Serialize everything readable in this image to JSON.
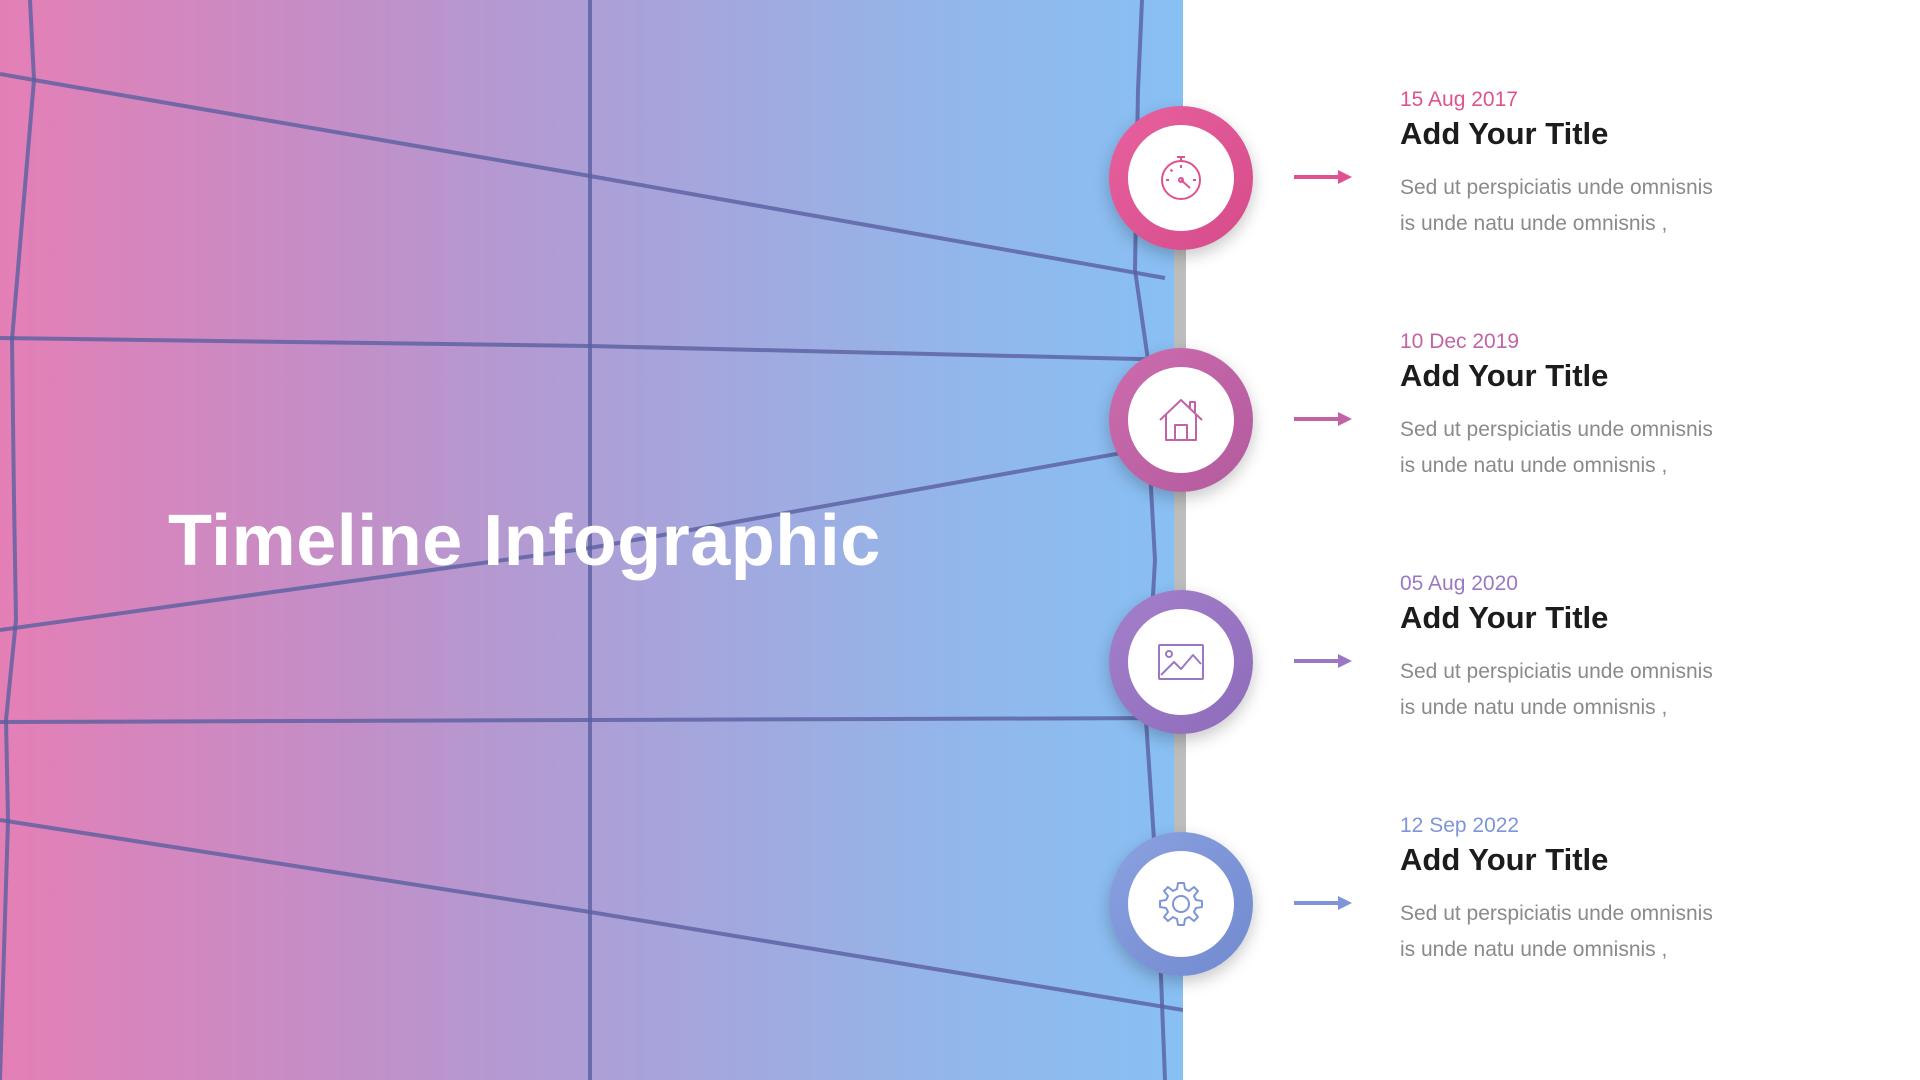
{
  "slide": {
    "title": "Timeline Infographic"
  },
  "colors": {
    "pink": "#e0528f",
    "magenta": "#c263a6",
    "purple": "#9b78c3",
    "blue": "#7e96d8",
    "grid_line": "#5a5fa0",
    "spine": "#bdbdbd",
    "title_text": "#1c1c1c",
    "body_text": "#8a8a8a"
  },
  "milestones": [
    {
      "date": "15 Aug 2017",
      "title": "Add Your Title",
      "desc_line1": "Sed ut perspiciatis unde omnisnis",
      "desc_line2": "is unde natu unde omnisnis ,",
      "icon": "speedometer-icon",
      "color": "#e0528f"
    },
    {
      "date": "10 Dec 2019",
      "title": "Add Your Title",
      "desc_line1": "Sed ut perspiciatis unde omnisnis",
      "desc_line2": "is unde natu unde omnisnis ,",
      "icon": "home-icon",
      "color": "#c263a6"
    },
    {
      "date": "05 Aug 2020",
      "title": "Add Your Title",
      "desc_line1": "Sed ut perspiciatis unde omnisnis",
      "desc_line2": "is unde natu unde omnisnis ,",
      "icon": "image-icon",
      "color": "#9b78c3"
    },
    {
      "date": "12 Sep 2022",
      "title": "Add Your Title",
      "desc_line1": "Sed ut perspiciatis unde omnisnis",
      "desc_line2": "is unde natu unde omnisnis ,",
      "icon": "gear-icon",
      "color": "#7e96d8"
    }
  ]
}
